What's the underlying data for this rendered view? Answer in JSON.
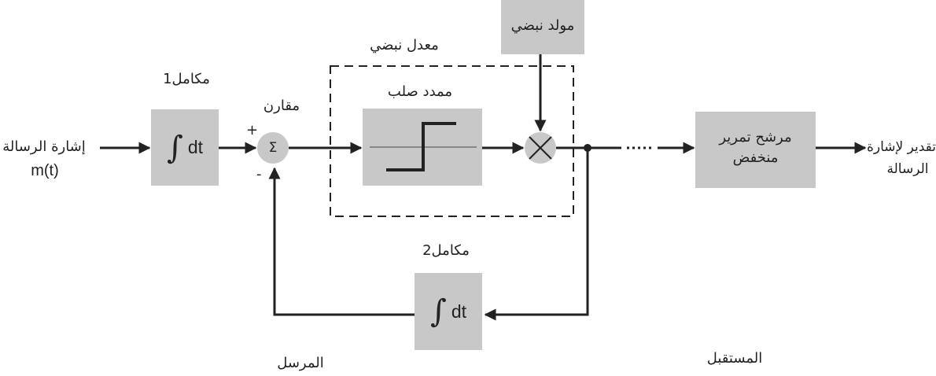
{
  "input": {
    "label": "إشارة الرسالة",
    "symbol": "m(t)"
  },
  "integrator1": {
    "title": "مكامل1",
    "operator": "∫",
    "variable": "dt"
  },
  "comparator": {
    "title": "مقارن",
    "symbol": "Σ",
    "plus": "+",
    "minus": "-"
  },
  "modulator": {
    "title": "معدل نبضي"
  },
  "limiter": {
    "title": "ممدد صلب"
  },
  "pulse_generator": {
    "label": "مولد نبضي"
  },
  "integrator2": {
    "title": "مكامل2",
    "operator": "∫",
    "variable": "dt"
  },
  "lowpass_filter": {
    "label_line1": "مرشح تمرير",
    "label_line2": "منخفض"
  },
  "output": {
    "label_line1": "تقدير لإشارة",
    "label_line2": "الرسالة"
  },
  "sections": {
    "transmitter": "المرسل",
    "receiver": "المستقبل"
  },
  "colors": {
    "block_fill": "#c8c8c8",
    "line": "#222222",
    "background": "#ffffff"
  }
}
